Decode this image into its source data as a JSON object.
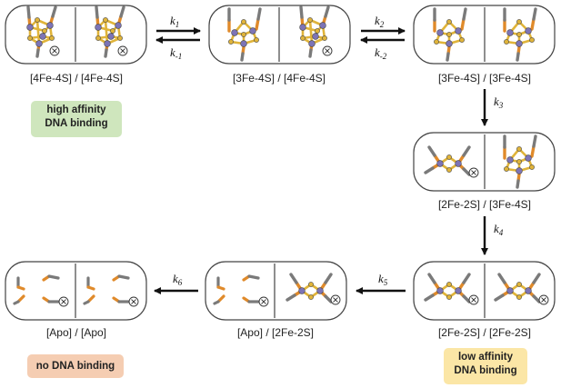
{
  "colors": {
    "iron": "#7d74b6",
    "sulfur": "#e0b43a",
    "cys_sulfur": "#e08a2a",
    "ligand_grey": "#7a7a7a",
    "high_affinity_bg": "#cfe6bd",
    "low_affinity_bg": "#fbe6a6",
    "no_binding_bg": "#f5cdb2"
  },
  "states": [
    {
      "id": "s1",
      "label": "[4Fe-4S] / [4Fe-4S]",
      "left": "4Fe4S",
      "right": "4Fe4S"
    },
    {
      "id": "s2",
      "label": "[3Fe-4S] / [4Fe-4S]",
      "left": "3Fe4S",
      "right": "4Fe4S"
    },
    {
      "id": "s3",
      "label": "[3Fe-4S] / [3Fe-4S]",
      "left": "3Fe4S",
      "right": "3Fe4S"
    },
    {
      "id": "s4",
      "label": "[2Fe-2S] / [3Fe-4S]",
      "left": "2Fe2S",
      "right": "3Fe4S"
    },
    {
      "id": "s5",
      "label": "[2Fe-2S] / [2Fe-2S]",
      "left": "2Fe2S",
      "right": "2Fe2S"
    },
    {
      "id": "s6",
      "label": "[Apo] / [2Fe-2S]",
      "left": "apo",
      "right": "2Fe2S"
    },
    {
      "id": "s7",
      "label": "[Apo] / [Apo]",
      "left": "apo",
      "right": "apo"
    }
  ],
  "rates": {
    "k1": {
      "main": "k",
      "sub": "1"
    },
    "km1": {
      "main": "k",
      "sub": "-1"
    },
    "k2": {
      "main": "k",
      "sub": "2"
    },
    "km2": {
      "main": "k",
      "sub": "-2"
    },
    "k3": {
      "main": "k",
      "sub": "3"
    },
    "k4": {
      "main": "k",
      "sub": "4"
    },
    "k5": {
      "main": "k",
      "sub": "5"
    },
    "k6": {
      "main": "k",
      "sub": "6"
    }
  },
  "badges": {
    "high": {
      "line1": "high affinity",
      "line2": "DNA binding"
    },
    "low": {
      "line1": "low affinity",
      "line2": "DNA binding"
    },
    "none": {
      "line1": "no DNA binding"
    }
  }
}
